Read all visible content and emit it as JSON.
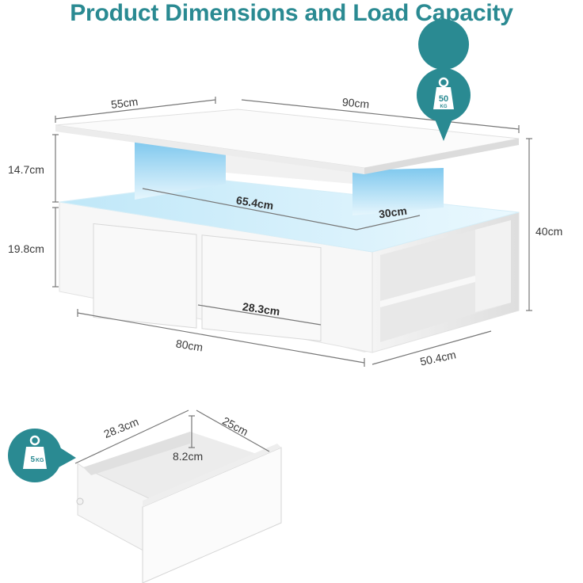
{
  "title": "Product Dimensions and Load Capacity",
  "dimensions": {
    "top_depth": "55cm",
    "top_width": "90cm",
    "upper_height": "14.7cm",
    "lower_height": "19.8cm",
    "total_height": "40cm",
    "shelf_width": "65.4cm",
    "shelf_depth": "30cm",
    "drawer_width_front": "28.3cm",
    "base_width": "80cm",
    "base_depth": "50.4cm",
    "drawer_width": "28.3cm",
    "drawer_depth": "25cm",
    "drawer_height": "8.2cm"
  },
  "badges": {
    "table_load_value": "50",
    "table_load_unit": "KG",
    "drawer_load_value": "5",
    "drawer_load_unit": "KG"
  },
  "colors": {
    "accent": "#2a8a92",
    "led_glow": "#9ed8f2"
  }
}
